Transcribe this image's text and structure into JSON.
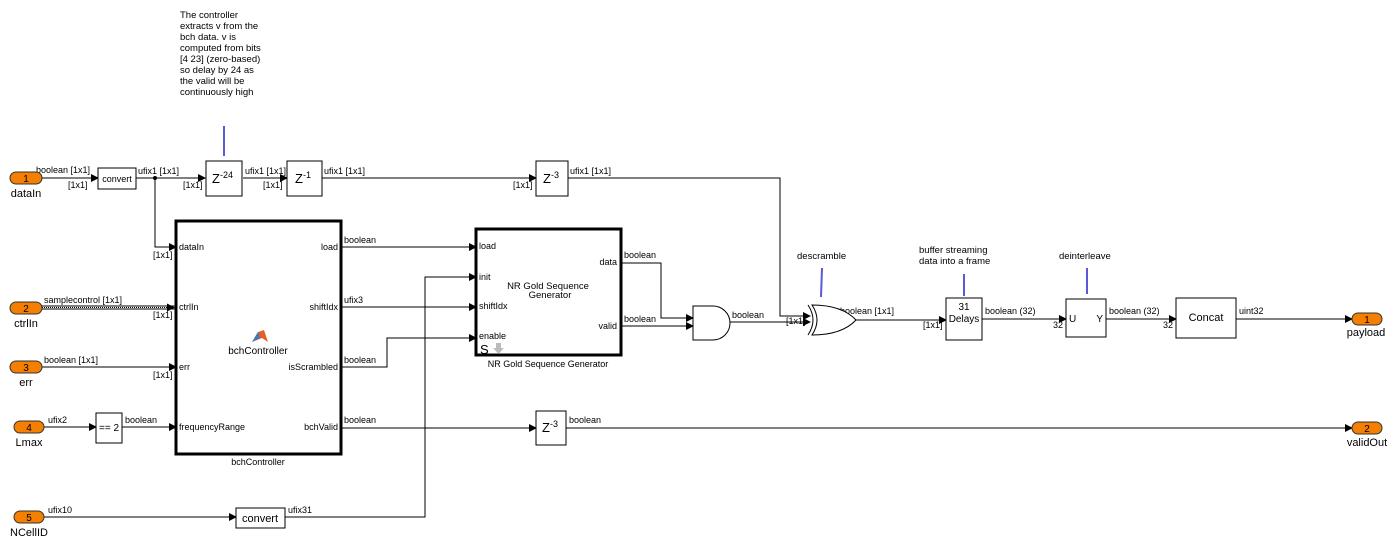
{
  "inports": [
    {
      "num": "1",
      "name": "dataIn"
    },
    {
      "num": "2",
      "name": "ctrlIn"
    },
    {
      "num": "3",
      "name": "err"
    },
    {
      "num": "4",
      "name": "Lmax"
    },
    {
      "num": "5",
      "name": "NCellID"
    }
  ],
  "outports": [
    {
      "num": "1",
      "name": "payload"
    },
    {
      "num": "2",
      "name": "validOut"
    }
  ],
  "colors": {
    "port": "#f57f00",
    "annotation_line": "#5a5ad6"
  },
  "note_controller": [
    "The controller",
    "extracts v from the",
    "bch data. v is",
    "computed from bits",
    "[4 23] (zero-based)",
    "so delay by 24 as",
    "the valid will be",
    "continuously high"
  ],
  "annotations": {
    "descramble": "descramble",
    "buffer": [
      "buffer streaming",
      "data into a frame"
    ],
    "deinterleave": "deinterleave"
  },
  "blocks": {
    "convert1": "convert",
    "delay24": {
      "base": "Z",
      "exp": "-24"
    },
    "delay1": {
      "base": "Z",
      "exp": "-1"
    },
    "delay3a": {
      "base": "Z",
      "exp": "-3"
    },
    "delay3b": {
      "base": "Z",
      "exp": "-3"
    },
    "compare": "== 2",
    "convert2": "convert",
    "delays31": [
      "31",
      "Delays"
    ],
    "deinterleave": {
      "in": "U",
      "out": "Y"
    },
    "concat": "Concat",
    "bch": {
      "name": "bchController",
      "inputs": [
        "dataIn",
        "ctrlIn",
        "err",
        "frequencyRange"
      ],
      "outputs": [
        "load",
        "shiftIdx",
        "isScrambled",
        "bchValid"
      ]
    },
    "gold": {
      "title": [
        "NR Gold Sequence",
        "Generator"
      ],
      "name": "NR Gold Sequence Generator",
      "inputs": [
        "load",
        "init",
        "shiftIdx",
        "enable"
      ],
      "outputs": [
        "data",
        "valid"
      ],
      "glyph": "S"
    }
  },
  "signals": {
    "in1": "boolean [1x1]",
    "conv_out": "ufix1 [1x1]",
    "d24_out": "ufix1 [1x1]",
    "d1_out": "ufix1 [1x1]",
    "d3a_out": "ufix1 [1x1]",
    "in2": "samplecontrol [1x1]",
    "in3": "boolean [1x1]",
    "in4": "ufix2",
    "cmp_out": "boolean",
    "in5": "ufix10",
    "conv2_out": "ufix31",
    "load": "boolean",
    "shiftIdx": "ufix3",
    "isScrambled": "boolean",
    "bchValid": "boolean",
    "gold_data": "boolean",
    "gold_valid": "boolean",
    "and_out": "boolean",
    "xor_out": "boolean [1x1]",
    "delays_out": "boolean (32)",
    "deint_out": "boolean (32)",
    "concat_out": "uint32",
    "d3b_out": "boolean",
    "dim1": "[1x1]",
    "dim32": "32"
  }
}
